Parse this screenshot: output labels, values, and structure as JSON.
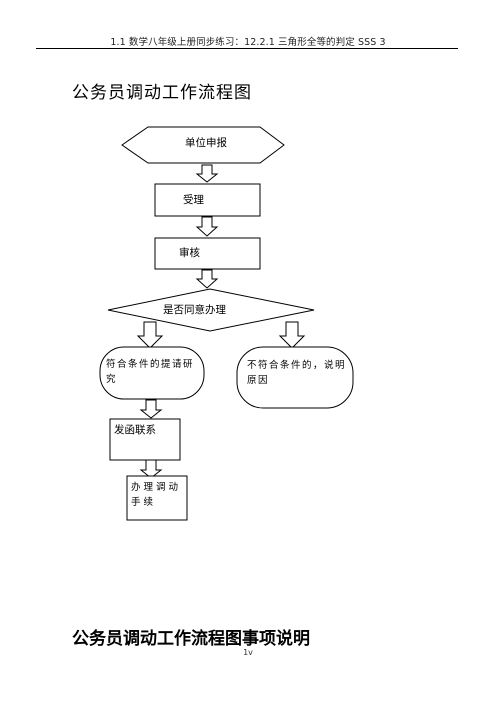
{
  "header": {
    "text": "1.1 数学八年级上册同步练习：12.2.1 三角形全等的判定 SSS 3"
  },
  "title": "公务员调动工作流程图",
  "flow": {
    "apply": "单位申报",
    "accept": "受理",
    "review": "审核",
    "decision": "是否同意办理",
    "qualified": "符合条件的提请研究",
    "unqualified": "不符合条件的，说明原因",
    "letter": "发函联系",
    "procedure": "办理调动手续"
  },
  "section_title": "公务员调动工作流程图事项说明",
  "footer": {
    "page": "1v"
  }
}
